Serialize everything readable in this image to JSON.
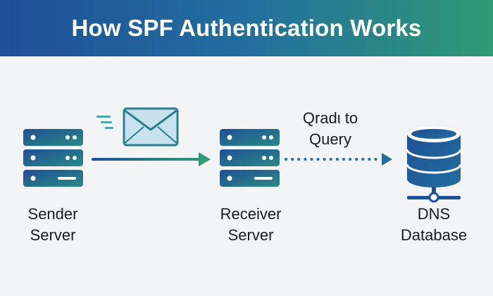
{
  "header": {
    "title": "How SPF Authentication Works"
  },
  "nodes": {
    "sender": {
      "label": "Sender\nServer",
      "icon": "server-icon"
    },
    "receiver": {
      "label": "Receiver\nServer",
      "icon": "server-icon"
    },
    "dns": {
      "label": "DNS\nDatabase",
      "icon": "database-icon"
    }
  },
  "envelope": {
    "icon": "envelope-icon"
  },
  "query": {
    "label": "Qradι to\nQuery"
  },
  "colors": {
    "blue": "#1f4f97",
    "teal": "#2a8a86",
    "green": "#2f9a73",
    "envelope_fill": "#c7e2ec",
    "envelope_stroke": "#2a7f90"
  }
}
